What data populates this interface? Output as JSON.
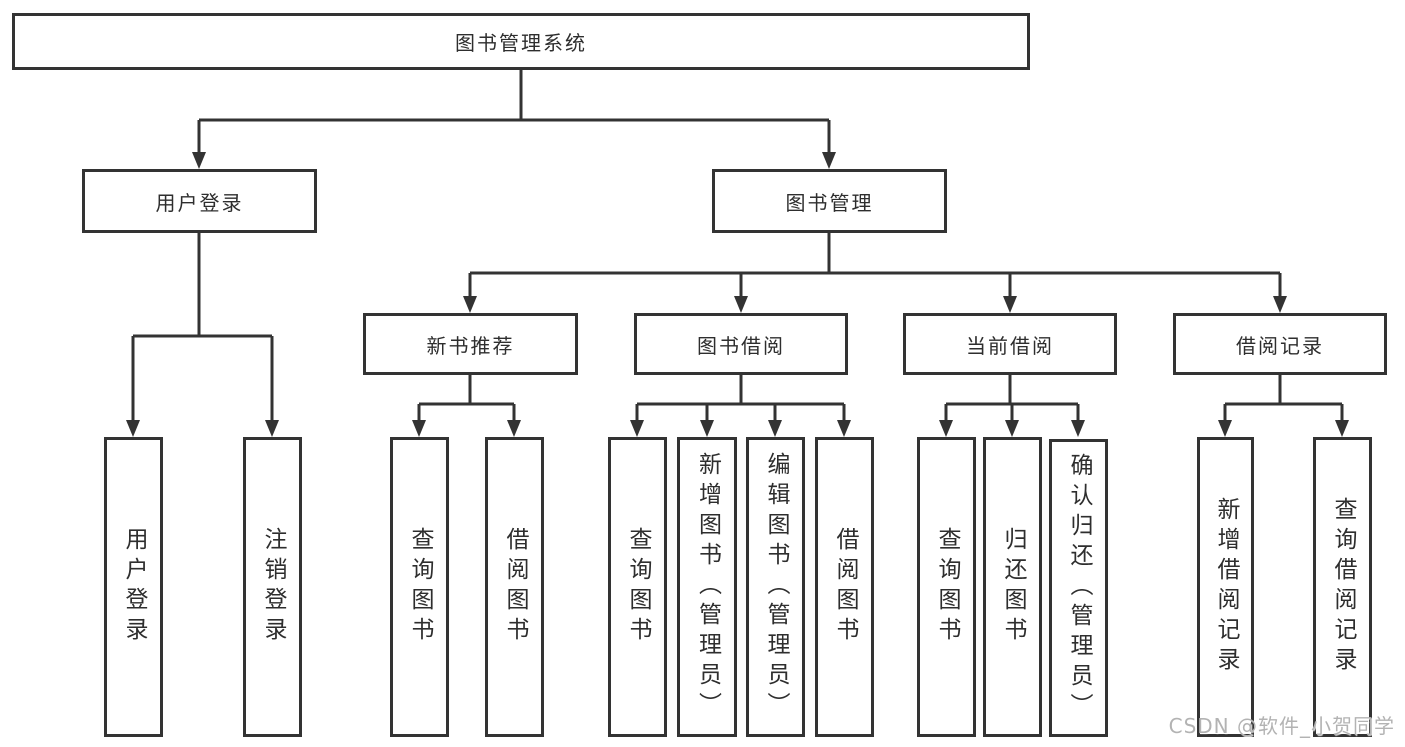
{
  "tree": {
    "root": {
      "label": "图书管理系统",
      "children": [
        {
          "label": "用户登录",
          "children": [
            {
              "label": "用户登录"
            },
            {
              "label": "注销登录"
            }
          ]
        },
        {
          "label": "图书管理",
          "children": [
            {
              "label": "新书推荐",
              "children": [
                {
                  "label": "查询图书"
                },
                {
                  "label": "借阅图书"
                }
              ]
            },
            {
              "label": "图书借阅",
              "children": [
                {
                  "label": "查询图书"
                },
                {
                  "label": "新增图书（管理员）"
                },
                {
                  "label": "编辑图书（管理员）"
                },
                {
                  "label": "借阅图书"
                }
              ]
            },
            {
              "label": "当前借阅",
              "children": [
                {
                  "label": "查询图书"
                },
                {
                  "label": "归还图书"
                },
                {
                  "label": "确认归还（管理员）"
                }
              ]
            },
            {
              "label": "借阅记录",
              "children": [
                {
                  "label": "新增借阅记录"
                },
                {
                  "label": "查询借阅记录"
                }
              ]
            }
          ]
        }
      ]
    }
  },
  "watermark": {
    "text": "CSDN @软件_小贺同学"
  },
  "colors": {
    "line": "#333333",
    "border": "#333333",
    "text": "#2e2e2e",
    "background": "#ffffff",
    "watermark": "#b3b3b3"
  }
}
